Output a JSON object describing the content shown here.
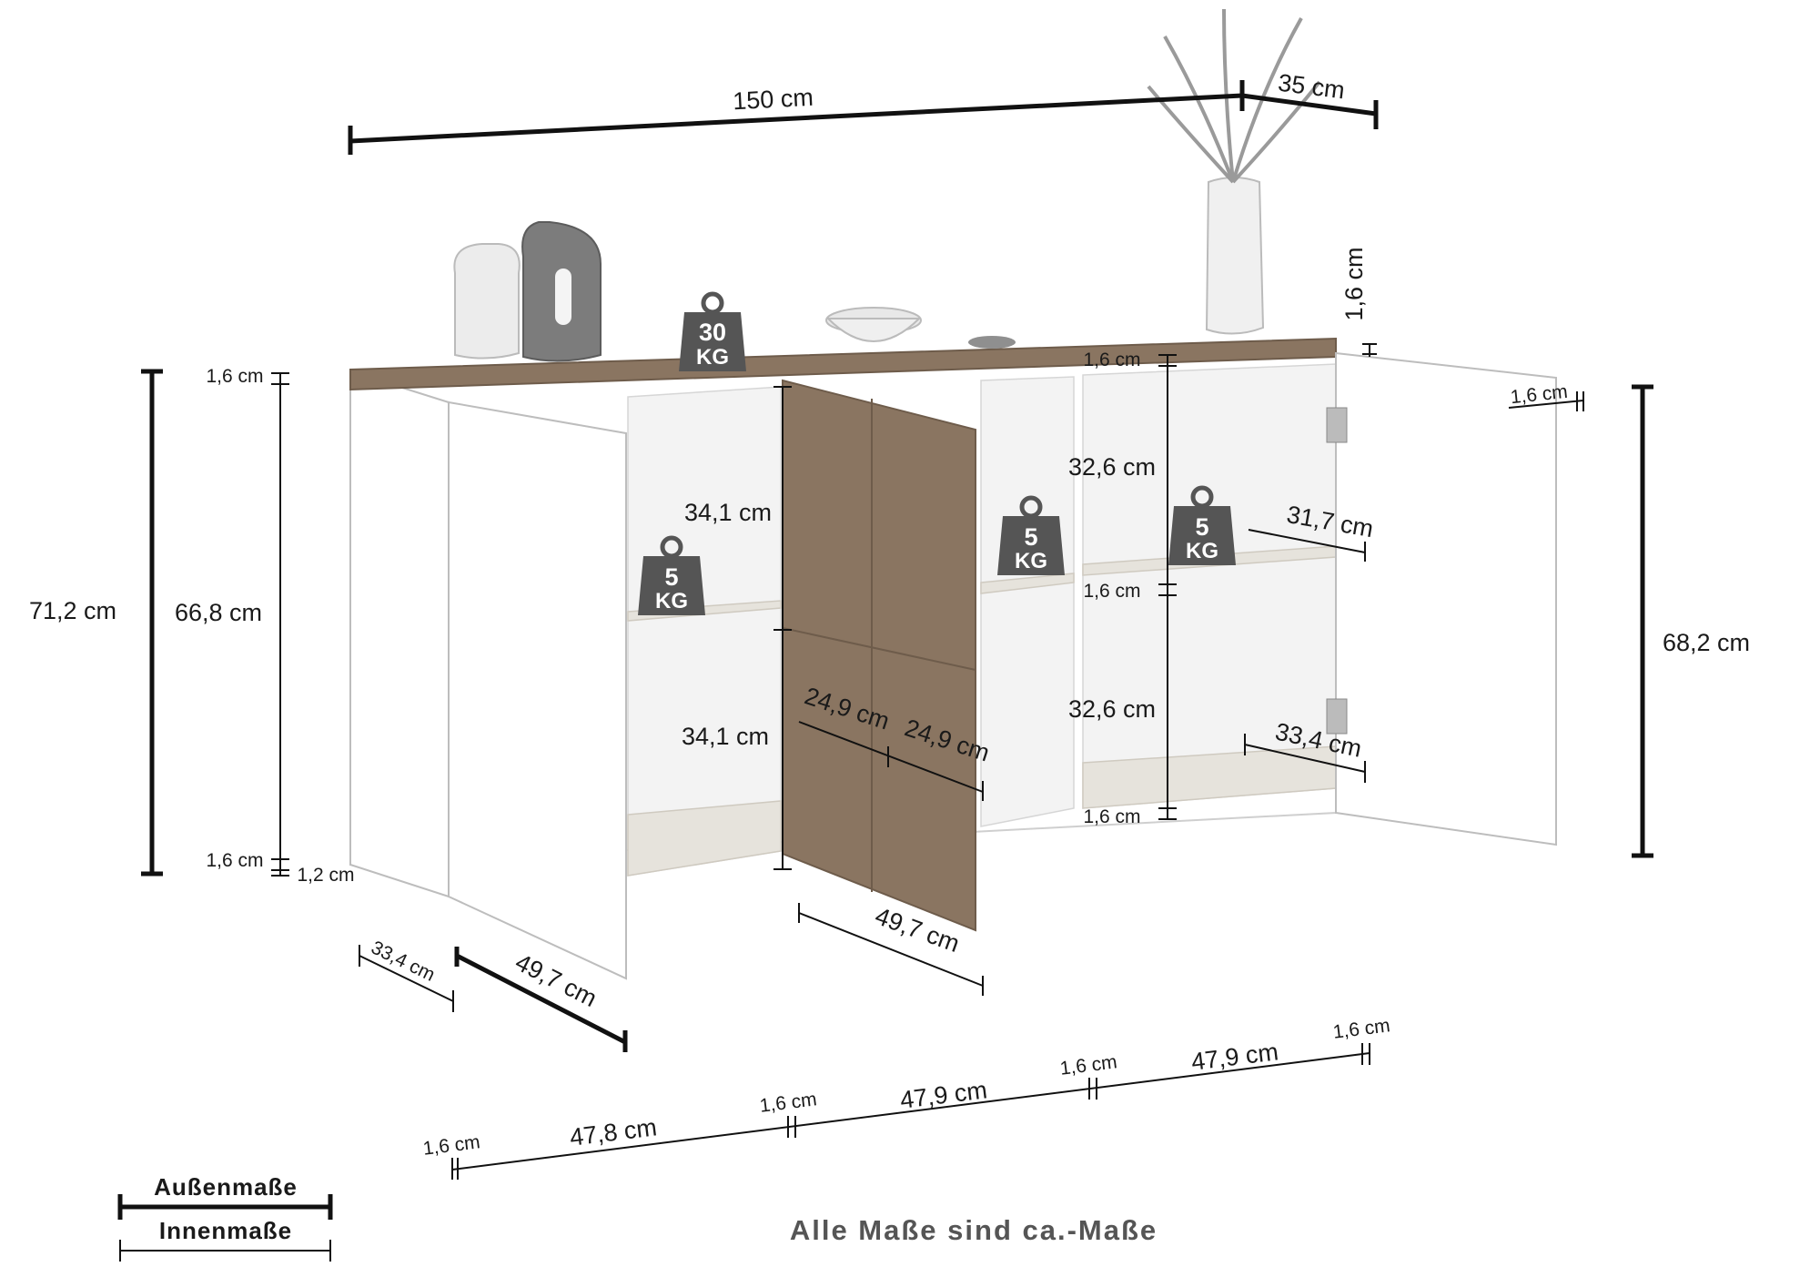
{
  "dimensions": {
    "overall_width": "150 cm",
    "overall_depth": "35 cm",
    "top_thickness": "1,6 cm",
    "overall_height": "71,2 cm",
    "inner_height": "66,8 cm",
    "right_door_height": "68,2 cm",
    "left_top_panel": "1,6 cm",
    "left_bottom_panel": "1,6 cm",
    "plinth": "1,2 cm",
    "left_upper_compartment": "34,1 cm",
    "left_lower_compartment": "34,1 cm",
    "right_top_panel": "1,6 cm",
    "right_upper_compartment": "32,6 cm",
    "right_shelf": "1,6 cm",
    "right_lower_compartment": "32,6 cm",
    "right_bottom_panel": "1,6 cm",
    "door_thickness": "1,6 cm",
    "shelf_depth_upper": "31,7 cm",
    "shelf_depth_lower": "33,4 cm",
    "side_depth": "33,4 cm",
    "left_door_width": "49,7 cm",
    "middle_door_width": "49,7 cm",
    "middle_door_half_left": "24,9 cm",
    "middle_door_half_right": "24,9 cm",
    "bottom_side_left": "1,6 cm",
    "bottom_compartment_1": "47,8 cm",
    "bottom_divider_1": "1,6 cm",
    "bottom_compartment_2": "47,9 cm",
    "bottom_divider_2": "1,6 cm",
    "bottom_compartment_3": "47,9 cm",
    "bottom_side_right": "1,6 cm"
  },
  "weights": {
    "top": {
      "number": "30",
      "unit": "KG"
    },
    "left_shelf": {
      "number": "5",
      "unit": "KG"
    },
    "middle_shelf": {
      "number": "5",
      "unit": "KG"
    },
    "right_shelf": {
      "number": "5",
      "unit": "KG"
    }
  },
  "legend": {
    "outer_label": "Außenmaße",
    "inner_label": "Innenmaße"
  },
  "note": "Alle Maße sind ca.-Maße"
}
